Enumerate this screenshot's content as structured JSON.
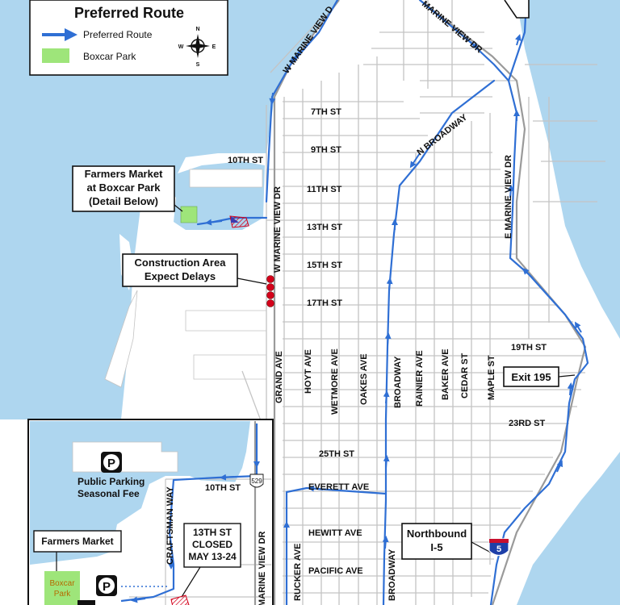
{
  "legend": {
    "title": "Preferred Route",
    "route_label": "Preferred Route",
    "park_label": "Boxcar Park",
    "compass": {
      "n": "N",
      "s": "S",
      "e": "E",
      "w": "W"
    }
  },
  "colors": {
    "water": "#aed6ef",
    "route": "#2f6fd4",
    "park": "#9ee57a",
    "construction": "#d4001a",
    "street": "#c4c4c4"
  },
  "callouts": {
    "farmers_market": [
      "Farmers Market",
      "at Boxcar Park",
      "(Detail Below)"
    ],
    "construction": [
      "Construction Area",
      "Expect Delays"
    ],
    "exit": "Exit 195",
    "northbound": [
      "Northbound",
      "I-5"
    ],
    "detail_parking": [
      "Public Parking",
      "Seasonal Fee"
    ],
    "detail_closed": [
      "13TH ST",
      "CLOSED",
      "MAY 13-24"
    ],
    "detail_market": "Farmers Market",
    "detail_park": [
      "Boxcar",
      "Park"
    ],
    "parking_symbol": "P",
    "interstate": "5",
    "route_shield": "529"
  },
  "streets": {
    "w_marine_view_dr": "W MARINE VIEW DR",
    "w_marine_view_top": "W MARINE VIEW D",
    "marine_view_dr_top": "MARINE VIEW DR",
    "n_broadway": "N BROADWAY",
    "e_marine_view_dr": "E MARINE VIEW DR",
    "st_7": "7TH ST",
    "st_9": "9TH ST",
    "st_10": "10TH ST",
    "st_11": "11TH ST",
    "st_13": "13TH ST",
    "st_15": "15TH ST",
    "st_17": "17TH ST",
    "st_19": "19TH ST",
    "st_23": "23RD ST",
    "st_25": "25TH ST",
    "everett_ave": "EVERETT AVE",
    "hewitt_ave": "HEWITT AVE",
    "pacific_ave": "PACIFIC AVE",
    "grand_ave": "GRAND AVE",
    "hoyt_ave": "HOYT AVE",
    "wetmore_ave": "WETMORE AVE",
    "oakes_ave": "OAKES AVE",
    "broadway": "BROADWAY",
    "rainier_ave": "RAINIER AVE",
    "baker_ave": "BAKER AVE",
    "cedar_st": "CEDAR ST",
    "maple_st": "MAPLE ST",
    "detail_10th": "10TH ST",
    "craftsman_way": "CRAFTSMAN WAY",
    "detail_marine_view": "MARINE VIEW DR",
    "rucker_ave": "RUCKER AVE",
    "broadway_lower": "BROADWAY"
  }
}
